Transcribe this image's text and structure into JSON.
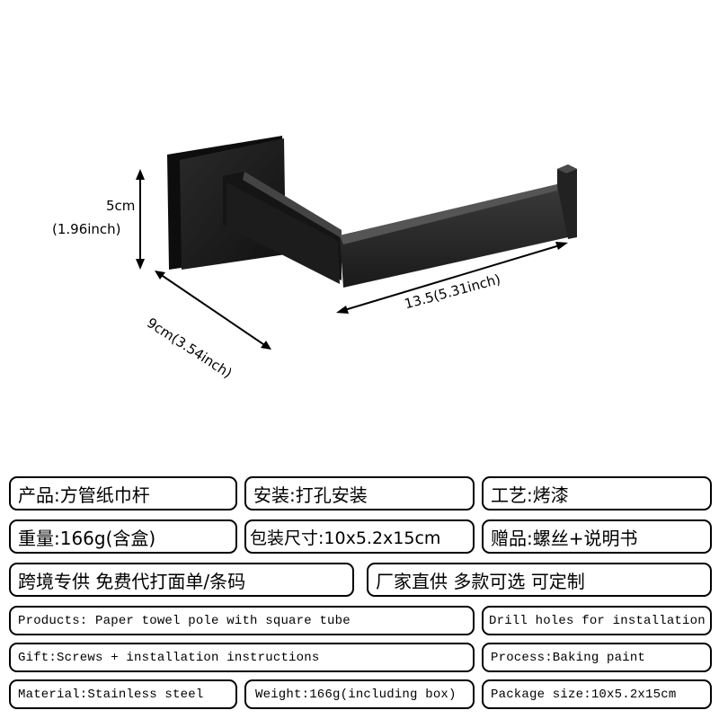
{
  "product_image": {
    "description": "Black square-tube paper towel holder",
    "dimensions": {
      "height": {
        "cm": "5cm",
        "inch": "(1.96inch)"
      },
      "depth": {
        "label": "9cm(3.54inch)"
      },
      "length": {
        "label": "13.5(5.31inch)"
      }
    }
  },
  "info_cn": {
    "product": "产品:方管纸巾杆",
    "install": "安装:打孔安装",
    "process": "工艺:烤漆",
    "weight": "重量:166g(含盒)",
    "package": "包装尺寸:10x5.2x15cm",
    "gift": "赠品:螺丝+说明书",
    "crossborder": "跨境专供 免费代打面单/条码",
    "factory": "厂家直供 多款可选 可定制"
  },
  "info_en": {
    "products": "Products: Paper towel pole with square tube",
    "install": "Drill holes for installation",
    "gift": "Gift:Screws + installation instructions",
    "process": "Process:Baking paint",
    "material": "Material:Stainless steel",
    "weight": "Weight:166g(including box)",
    "package": "Package size:10x5.2x15cm"
  }
}
